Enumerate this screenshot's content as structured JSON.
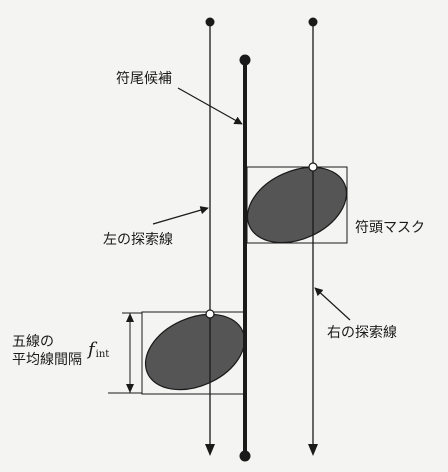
{
  "labels": {
    "stem_candidate": "符尾候補",
    "left_search_line": "左の探索線",
    "notehead_mask": "符頭マスク",
    "right_search_line": "右の探索線",
    "staff_spacing_line1": "五線の",
    "staff_spacing_line2": "平均線間隔",
    "f_symbol": "f",
    "f_subscript": "int"
  },
  "colors": {
    "ink": "#1a1a1a",
    "notehead_fill": "#555555",
    "background": "#f4f4f2"
  }
}
